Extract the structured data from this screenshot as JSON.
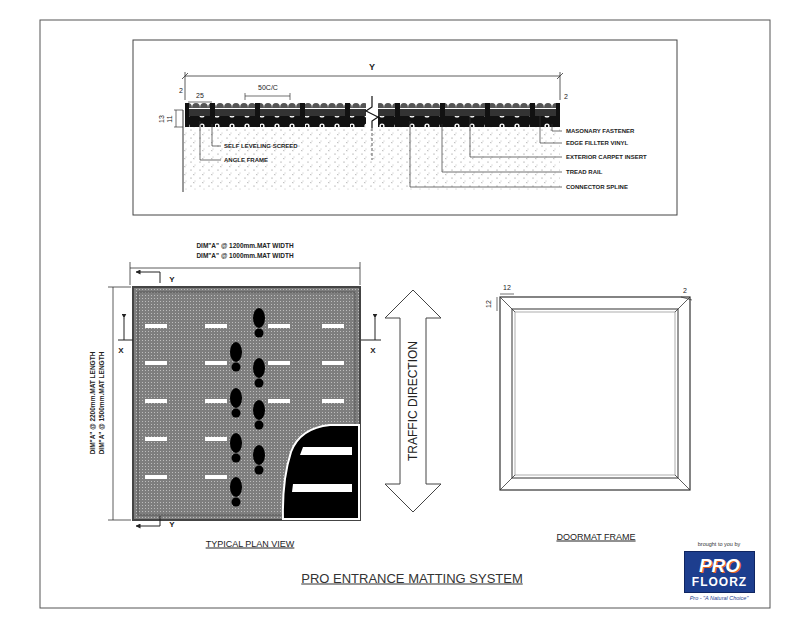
{
  "diagram": {
    "title": "PRO ENTRANCE MATTING SYSTEM",
    "nodes": [
      {
        "text": [
          "PRO",
          "FLOORZ"
        ]
      }
    ],
    "labels": [
      "Y",
      "2",
      "25",
      "50C/C",
      "2",
      "13",
      "11",
      "MASONARY FASTENER",
      "EDGE FILLTER VINYL",
      "EXTERIOR CARPET INSERT",
      "TREAD RAIL",
      "CONNECTOR SPLINE",
      "SELF LEVELING SCREED",
      "ANGLE FRAME",
      "DIM\"A\" @ 1200mm.MAT WIDTH",
      "DIM\"A\" @ 1000mm.MAT WIDTH",
      "DIM\"A\" @ 2200mm.MAT LENGTH",
      "DIM\"A\" @ 1500mm.MAT LENGTH",
      "Y",
      "X",
      "X",
      "Y",
      "TRAFFIC DIRECTION",
      "12",
      "12",
      "2",
      "TYPICAL PLAN VIEW",
      "DOORMAT FRAME",
      "brought to you by",
      "Pro - \"A Natural Choice\""
    ]
  }
}
